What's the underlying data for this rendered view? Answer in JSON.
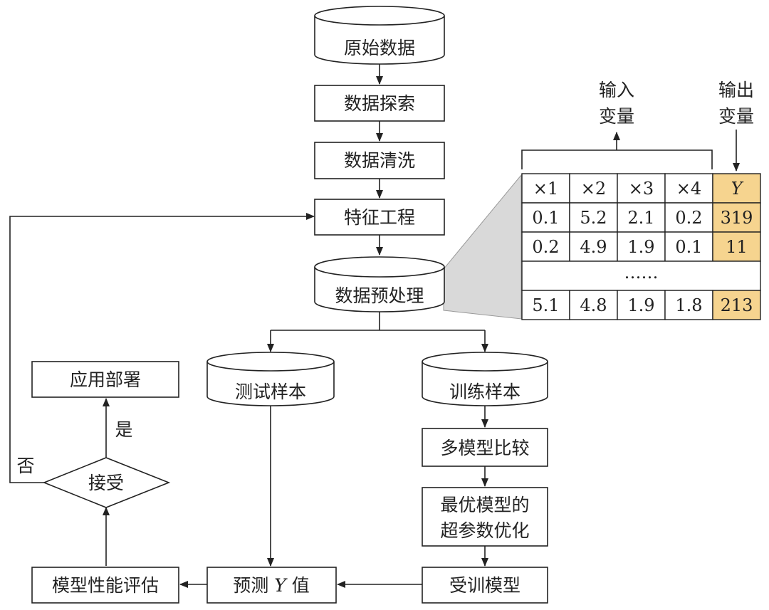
{
  "nodes": {
    "raw_data": "原始数据",
    "data_exploration": "数据探索",
    "data_cleaning": "数据清洗",
    "feature_engineering": "特征工程",
    "preprocessing": "数据预处理",
    "test_sample": "测试样本",
    "train_sample": "训练样本",
    "multi_model_compare": "多模型比较",
    "hyperparam_line1": "最优模型的",
    "hyperparam_line2": "超参数优化",
    "trained_model": "受训模型",
    "predict_y_prefix": "预测 ",
    "predict_y_var": "Y",
    "predict_y_suffix": " 值",
    "model_evaluation": "模型性能评估",
    "accept": "接受",
    "deployment": "应用部署"
  },
  "edge_labels": {
    "yes": "是",
    "no": "否"
  },
  "table_labels": {
    "input_line1": "输入",
    "input_line2": "变量",
    "output_line1": "输出",
    "output_line2": "变量"
  },
  "table": {
    "headers": [
      "×1",
      "×2",
      "×3",
      "×4",
      "Y"
    ],
    "rows": [
      [
        "0.1",
        "5.2",
        "2.1",
        "0.2",
        "319"
      ],
      [
        "0.2",
        "4.9",
        "1.9",
        "0.1",
        "11"
      ]
    ],
    "ellipsis": "……",
    "last_row": [
      "5.1",
      "4.8",
      "1.9",
      "1.8",
      "213"
    ]
  },
  "colors": {
    "output_highlight": "#f6d48f",
    "zoom_fill": "#d9d9d9"
  }
}
